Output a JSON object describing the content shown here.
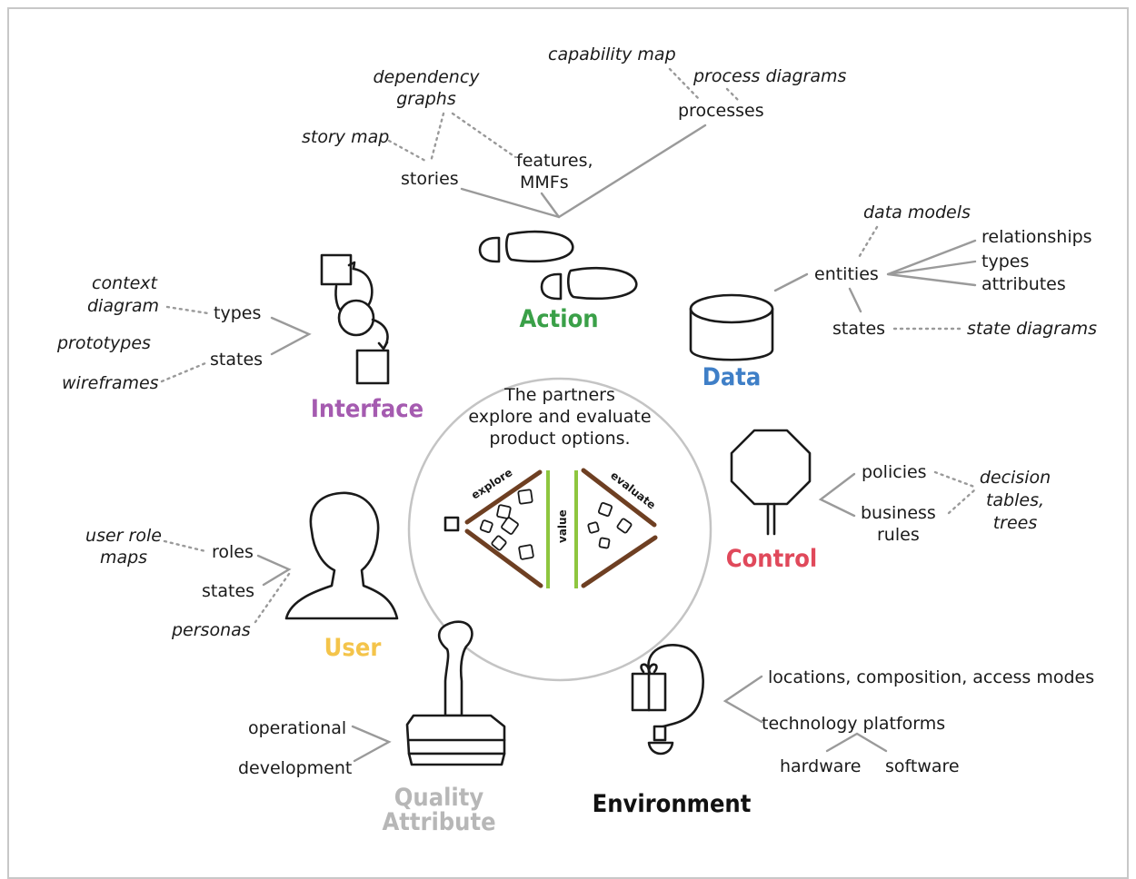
{
  "colors": {
    "action": "#3aa048",
    "data": "#3f7fc7",
    "control": "#e0495b",
    "interface": "#a55bb0",
    "user": "#f4c44a",
    "quality": "#b7b7b7",
    "environment": "#111111",
    "brown": "#6e3f22",
    "green": "#8ec63f"
  },
  "center": {
    "text_line1": "The partners",
    "text_line2": "explore and evaluate",
    "text_line3": "product options.",
    "explore_label": "explore",
    "value_label": "value",
    "evaluate_label": "evaluate"
  },
  "action": {
    "title": "Action",
    "capability_map": "capability map",
    "process_diagrams": "process diagrams",
    "processes": "processes",
    "dependency_graphs_line1": "dependency",
    "dependency_graphs_line2": "graphs",
    "story_map": "story map",
    "stories": "stories",
    "features_line1": "features,",
    "features_line2": "MMFs"
  },
  "data": {
    "title": "Data",
    "data_models": "data models",
    "entities": "entities",
    "relationships": "relationships",
    "types": "types",
    "attributes": "attributes",
    "states": "states",
    "state_diagrams": "state diagrams"
  },
  "interface": {
    "title": "Interface",
    "context_diagram_line1": "context",
    "context_diagram_line2": "diagram",
    "types": "types",
    "prototypes": "prototypes",
    "states": "states",
    "wireframes": "wireframes"
  },
  "control": {
    "title": "Control",
    "policies": "policies",
    "business_rules_line1": "business",
    "business_rules_line2": "rules",
    "decision_line1": "decision",
    "decision_line2": "tables,",
    "decision_line3": "trees"
  },
  "user": {
    "title": "User",
    "user_role_maps_line1": "user role",
    "user_role_maps_line2": "maps",
    "roles": "roles",
    "states": "states",
    "personas": "personas"
  },
  "quality": {
    "title_line1": "Quality",
    "title_line2": "Attribute",
    "operational": "operational",
    "development": "development"
  },
  "environment": {
    "title": "Environment",
    "locations": "locations, composition, access modes",
    "technology_platforms": "technology platforms",
    "hardware": "hardware",
    "software": "software"
  }
}
